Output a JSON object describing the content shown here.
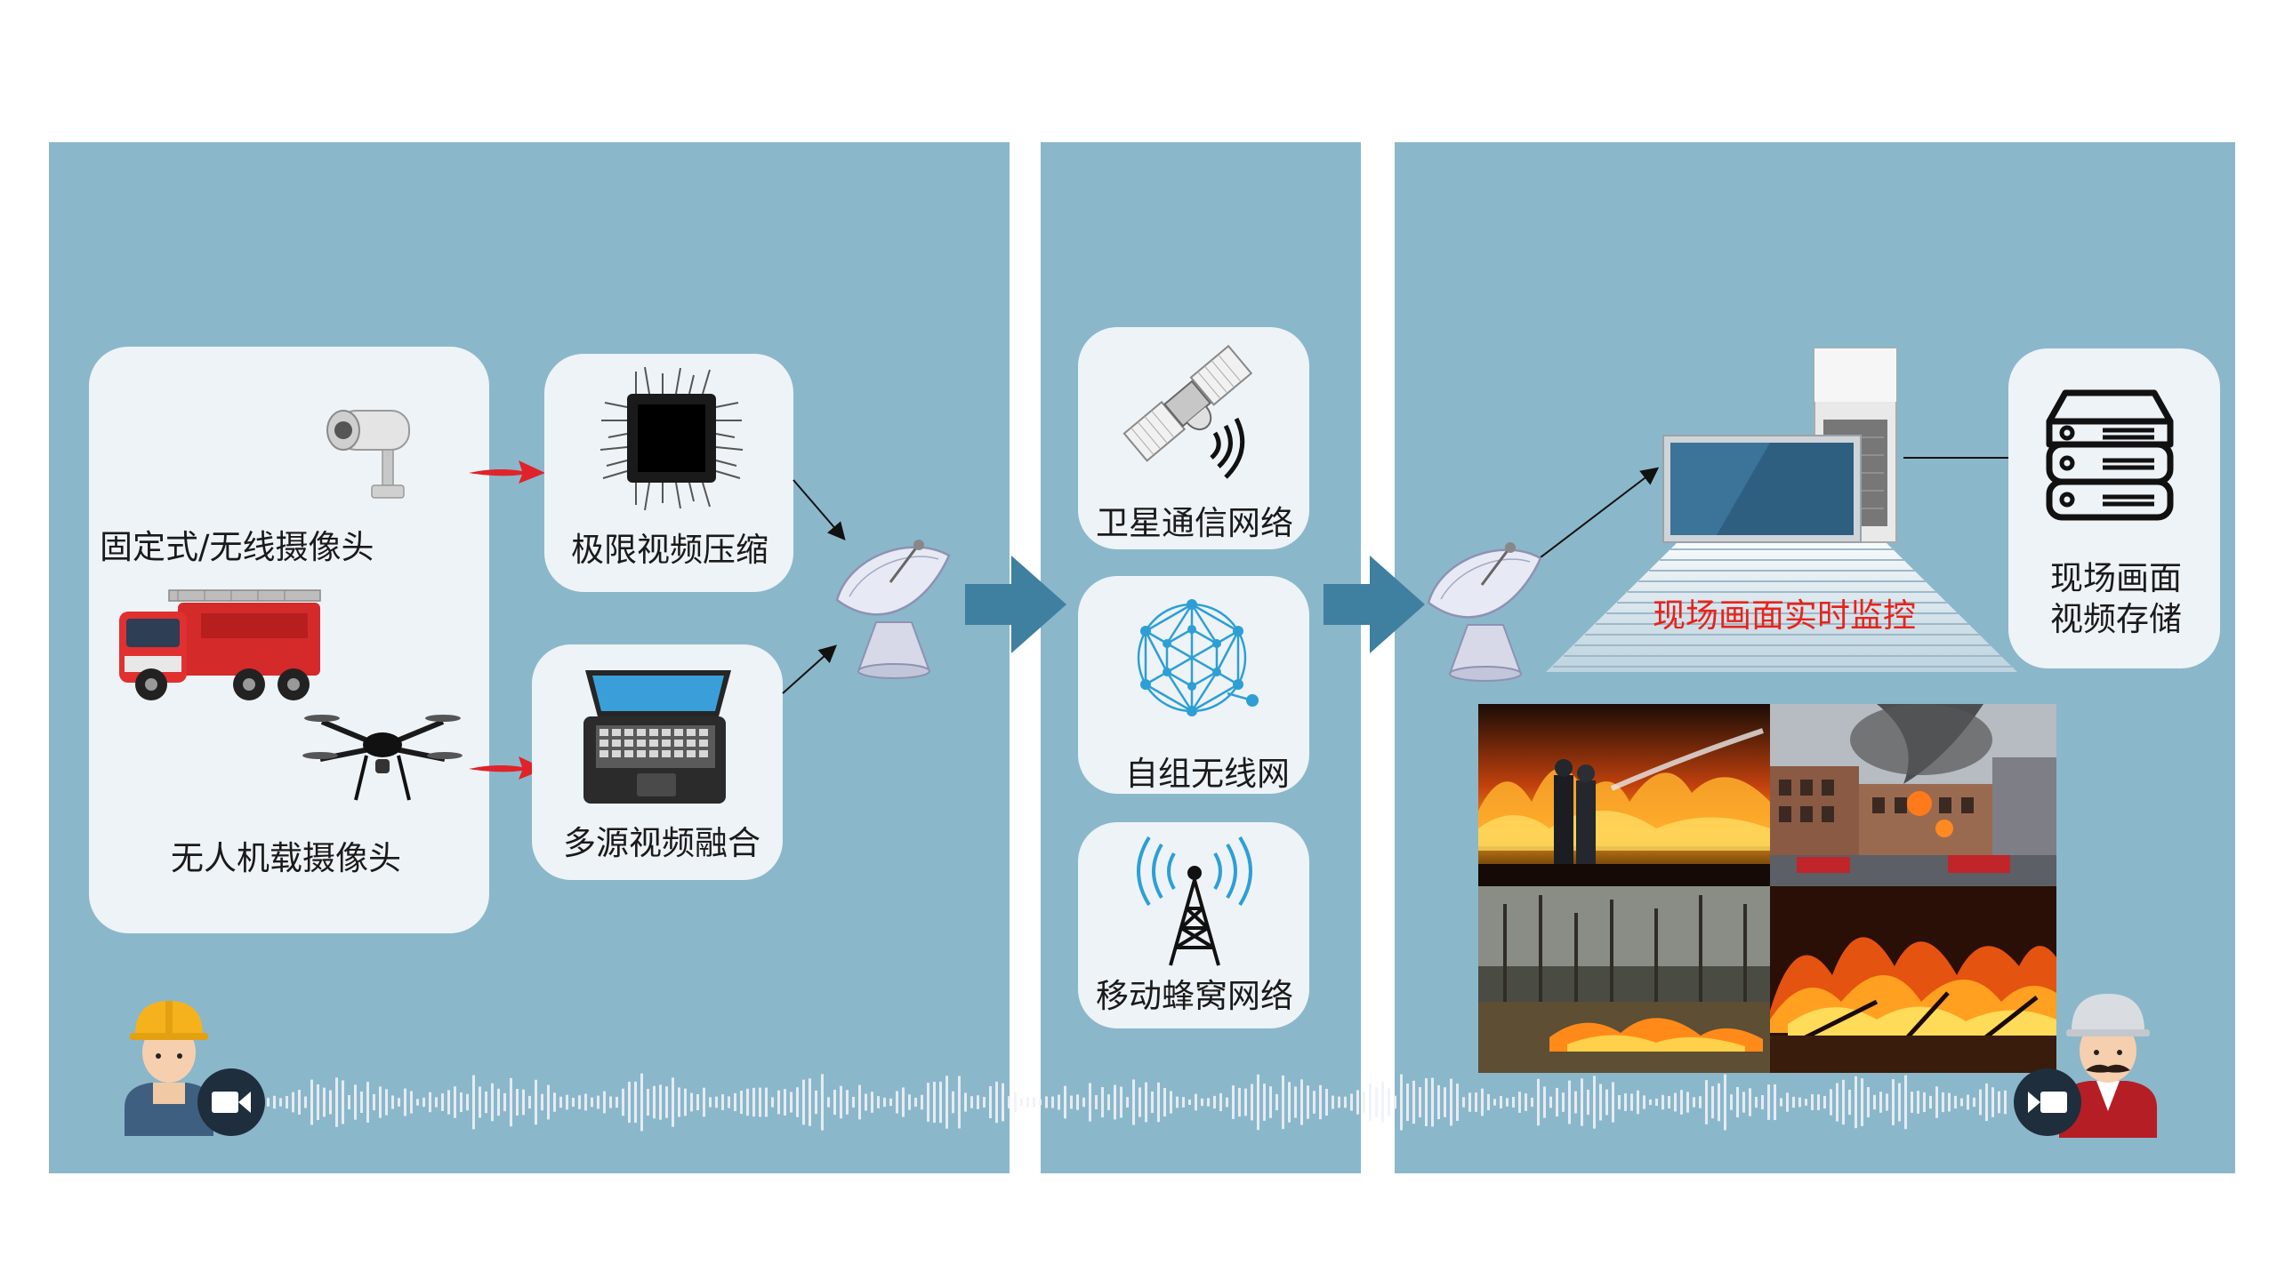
{
  "sources": {
    "fixed_camera_label": "固定式/无线摄像头",
    "drone_camera_label": "无人机载摄像头"
  },
  "processing": {
    "compress_label": "极限视频压缩",
    "fusion_label": "多源视频融合"
  },
  "networks": {
    "satellite_label": "卫星通信网络",
    "adhoc_label": "自组无线网",
    "cellular_label": "移动蜂窝网络"
  },
  "center": {
    "monitor_label": "现场画面实时监控",
    "storage_label_line1": "现场画面",
    "storage_label_line2": "视频存储"
  },
  "colors": {
    "panel": "#8bb7cb",
    "card": "#eef3f7",
    "flow_arrow": "#3f7fa0",
    "alert_text": "#e8231a",
    "red_arrow": "#e0232a"
  },
  "icons": [
    "cctv-camera-icon",
    "fire-truck-icon",
    "drone-icon",
    "cpu-chip-icon",
    "laptop-icon",
    "satellite-dish-icon",
    "satellite-icon",
    "mesh-network-icon",
    "cell-tower-icon",
    "computer-monitor-icon",
    "server-storage-icon",
    "worker-avatar-icon",
    "supervisor-avatar-icon",
    "video-camera-icon"
  ]
}
